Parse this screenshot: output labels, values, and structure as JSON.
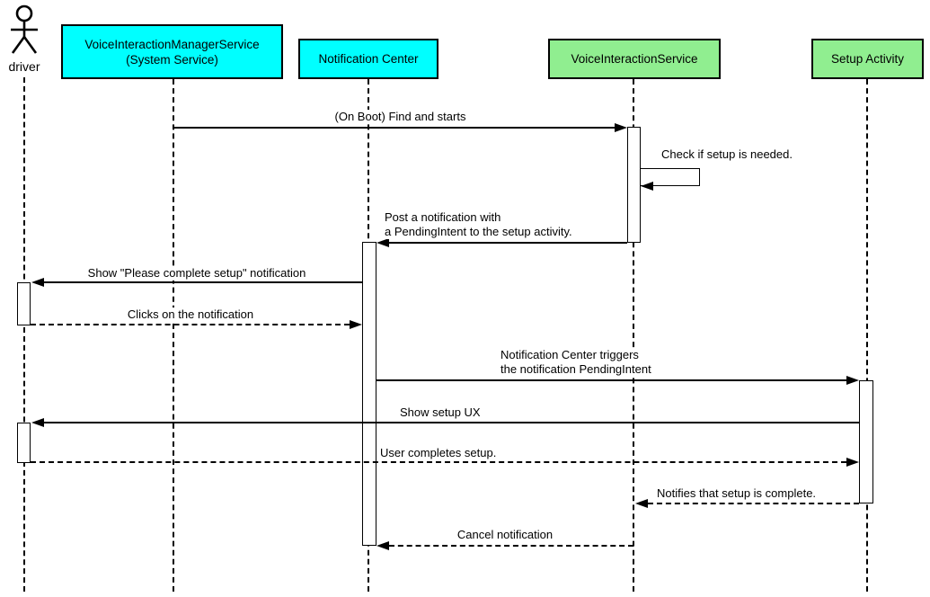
{
  "colors": {
    "participant_cyan": "#00FFFF",
    "participant_green": "#90EE90",
    "line": "#000000",
    "background": "#FFFFFF"
  },
  "actor": {
    "label": "driver",
    "icon": "stick-figure"
  },
  "participants": [
    {
      "id": "voice-interaction-manager-service",
      "lines": [
        "VoiceInteractionManagerService",
        "(System Service)"
      ],
      "fill": "#00FFFF"
    },
    {
      "id": "notification-center",
      "lines": [
        "Notification Center"
      ],
      "fill": "#00FFFF"
    },
    {
      "id": "voice-interaction-service",
      "lines": [
        "VoiceInteractionService"
      ],
      "fill": "#90EE90"
    },
    {
      "id": "setup-activity",
      "lines": [
        "Setup Activity"
      ],
      "fill": "#90EE90"
    }
  ],
  "messages": [
    {
      "from": "VoiceInteractionManagerService",
      "to": "VoiceInteractionService",
      "style": "solid",
      "lines": [
        "(On Boot) Find and starts"
      ]
    },
    {
      "from": "VoiceInteractionService",
      "to": "VoiceInteractionService",
      "style": "self",
      "lines": [
        "Check if setup is needed."
      ]
    },
    {
      "from": "VoiceInteractionService",
      "to": "Notification Center",
      "style": "solid",
      "lines": [
        "Post a notification with",
        "a PendingIntent to the setup activity."
      ]
    },
    {
      "from": "Notification Center",
      "to": "driver",
      "style": "solid",
      "lines": [
        "Show \"Please complete setup\" notification"
      ]
    },
    {
      "from": "driver",
      "to": "Notification Center",
      "style": "dashed",
      "lines": [
        "Clicks on the notification"
      ]
    },
    {
      "from": "Notification Center",
      "to": "Setup Activity",
      "style": "solid",
      "lines": [
        "Notification Center triggers",
        "the notification PendingIntent"
      ]
    },
    {
      "from": "Setup Activity",
      "to": "driver",
      "style": "solid",
      "lines": [
        "Show setup UX"
      ]
    },
    {
      "from": "driver",
      "to": "Setup Activity",
      "style": "dashed",
      "lines": [
        "User completes setup."
      ]
    },
    {
      "from": "Setup Activity",
      "to": "VoiceInteractionService",
      "style": "dashed",
      "lines": [
        "Notifies that setup is complete."
      ]
    },
    {
      "from": "VoiceInteractionService",
      "to": "Notification Center",
      "style": "dashed",
      "lines": [
        "Cancel notification"
      ]
    }
  ]
}
